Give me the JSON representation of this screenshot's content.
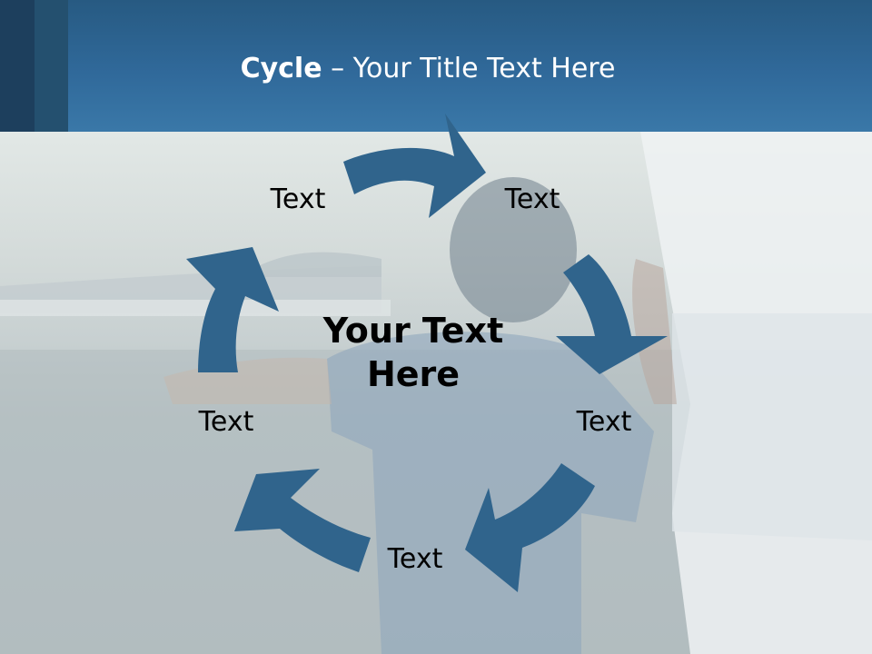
{
  "header": {
    "title_bold": "Cycle",
    "title_rest": " – Your Title Text Here"
  },
  "diagram": {
    "center_line1": "Your Text",
    "center_line2": "Here",
    "labels": {
      "top_left": "Text",
      "top_right": "Text",
      "right": "Text",
      "bottom": "Text",
      "left": "Text"
    }
  },
  "colors": {
    "header": "#30699a",
    "arrow": "#30648c",
    "text": "#000000",
    "title_text": "#ffffff"
  },
  "icons": {
    "arrow_shape": "curved-arrow-icon"
  }
}
